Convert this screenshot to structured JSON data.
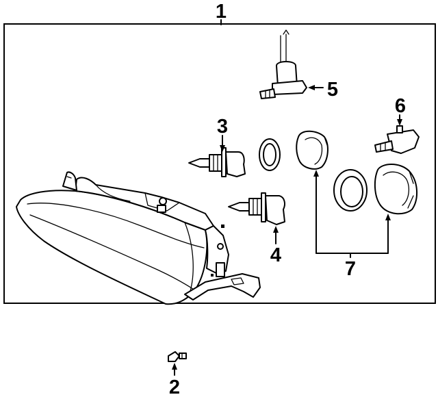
{
  "diagram": {
    "callouts": {
      "part_1": "1",
      "part_2": "2",
      "part_3": "3",
      "part_4": "4",
      "part_5": "5",
      "part_6": "6",
      "part_7": "7"
    }
  }
}
